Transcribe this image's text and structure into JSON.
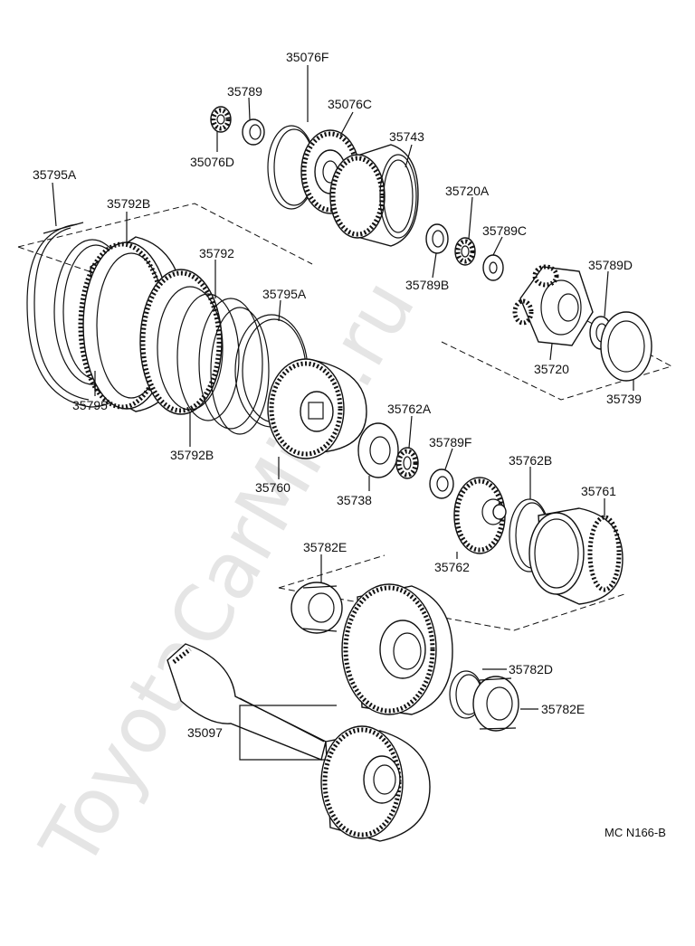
{
  "watermark": "ToyotaCarMire.ru",
  "diagram_code": "MC N166-B",
  "parts": {
    "p35076F": "35076F",
    "p35789": "35789",
    "p35076C": "35076C",
    "p35076D": "35076D",
    "p35743": "35743",
    "p35795A_top": "35795A",
    "p35792B_top": "35792B",
    "p35720A": "35720A",
    "p35789C": "35789C",
    "p35792": "35792",
    "p35789D": "35789D",
    "p35795A_mid": "35795A",
    "p35789B": "35789B",
    "p35720": "35720",
    "p35739": "35739",
    "p35795": "35795",
    "p35762A": "35762A",
    "p35789F": "35789F",
    "p35792B_bot": "35792B",
    "p35762B": "35762B",
    "p35760": "35760",
    "p35761": "35761",
    "p35738": "35738",
    "p35782E_top": "35782E",
    "p35762": "35762",
    "p35782D": "35782D",
    "p35782E_bot": "35782E",
    "p35097": "35097"
  }
}
